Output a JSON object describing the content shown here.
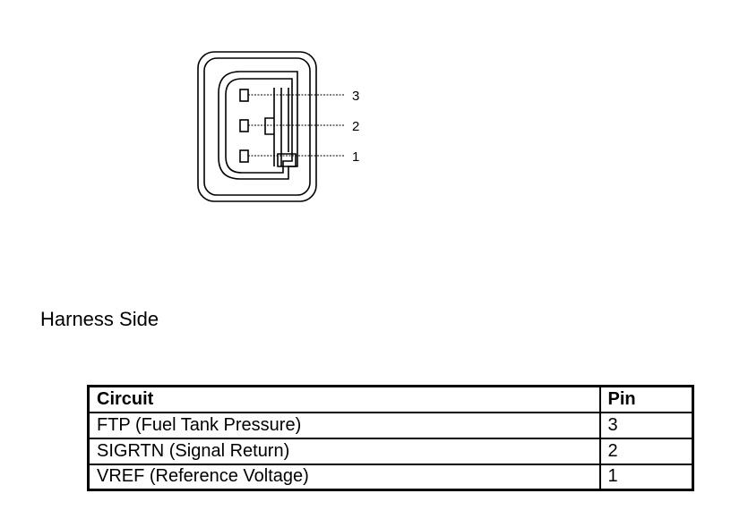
{
  "diagram": {
    "view_label": "Harness Side",
    "pin_labels": [
      "3",
      "2",
      "1"
    ]
  },
  "table": {
    "headers": {
      "circuit": "Circuit",
      "pin": "Pin"
    },
    "rows": [
      {
        "circuit": "FTP (Fuel Tank Pressure)",
        "pin": "3"
      },
      {
        "circuit": "SIGRTN (Signal Return)",
        "pin": "2"
      },
      {
        "circuit": "VREF (Reference Voltage)",
        "pin": "1"
      }
    ]
  }
}
